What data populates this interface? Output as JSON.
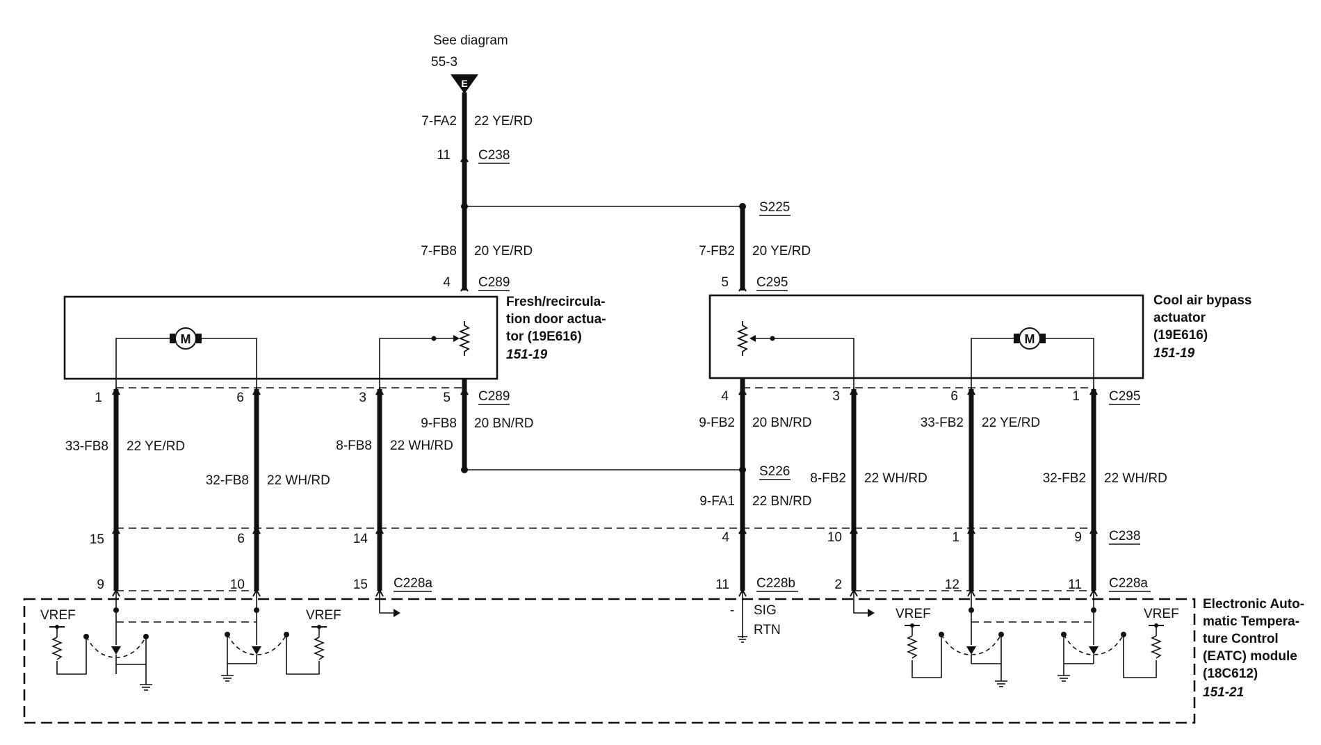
{
  "reference": {
    "see_line": "See diagram",
    "page_line": "55-3",
    "marker": "E"
  },
  "top_wire": {
    "circuit": "7-FA2",
    "spec": "22 YE/RD",
    "pin": "11",
    "connector": "C238"
  },
  "splices": {
    "upper": "S225",
    "lower": "S226"
  },
  "left_feed": {
    "circuit": "7-FB8",
    "spec": "20 YE/RD",
    "pin": "4",
    "connector": "C289"
  },
  "right_feed": {
    "circuit": "7-FB2",
    "spec": "20 YE/RD",
    "pin": "5",
    "connector": "C295"
  },
  "fresh_actuator": {
    "lines": [
      "Fresh/recircula-",
      "tion door actua-",
      "tor (19E616)"
    ],
    "page": "151-19",
    "motor": "M"
  },
  "cool_actuator": {
    "lines": [
      "Cool air bypass",
      "actuator",
      "(19E616)"
    ],
    "page": "151-19",
    "motor": "M"
  },
  "left_pins_top": {
    "p1": "1",
    "p2": "6",
    "p3": "3",
    "p4": "5",
    "connector": "C289"
  },
  "right_pins_top": {
    "p1": "4",
    "p2": "3",
    "p3": "6",
    "p4": "1",
    "connector": "C295"
  },
  "left_wires": {
    "w1": {
      "circuit": "33-FB8",
      "spec": "22 YE/RD"
    },
    "w2": {
      "circuit": "32-FB8",
      "spec": "22 WH/RD"
    },
    "w3": {
      "circuit": "8-FB8",
      "spec": "22 WH/RD"
    },
    "w4": {
      "circuit": "9-FB8",
      "spec": "20 BN/RD"
    }
  },
  "right_wires": {
    "w1": {
      "circuit": "9-FB2",
      "spec": "20 BN/RD"
    },
    "w1b": {
      "circuit": "9-FA1",
      "spec": "22 BN/RD"
    },
    "w2": {
      "circuit": "8-FB2",
      "spec": "22 WH/RD"
    },
    "w3": {
      "circuit": "33-FB2",
      "spec": "22 YE/RD"
    },
    "w4": {
      "circuit": "32-FB2",
      "spec": "22 WH/RD"
    }
  },
  "c238_row": {
    "p1": "15",
    "p2": "6",
    "p3": "14",
    "p4": "4",
    "p5": "10",
    "p6": "1",
    "p7": "9",
    "connector": "C238"
  },
  "c228_row": {
    "p1": "9",
    "p2": "10",
    "p3": "15",
    "connector_a_left": "C228a",
    "p4": "11",
    "connector_b": "C228b",
    "p5": "2",
    "p6": "12",
    "p7": "11",
    "connector_a_right": "C228a"
  },
  "module_signals": {
    "sig_prefix": "-",
    "sig": "SIG",
    "rtn": "RTN",
    "vref": "VREF"
  },
  "eatc_module": {
    "lines": [
      "Electronic Auto-",
      "matic Tempera-",
      "ture Control",
      "(EATC) module",
      "(18C612)"
    ],
    "page": "151-21"
  }
}
